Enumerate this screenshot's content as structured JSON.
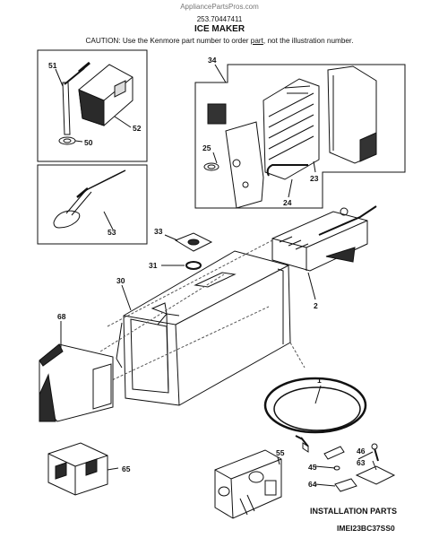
{
  "header": {
    "site": "AppliancePartsPros.com",
    "model": "253.70447411",
    "title": "ICE MAKER",
    "caution_pre": "CAUTION: Use the Kenmore part number to order ",
    "caution_link": "part",
    "caution_post": ", not the illustration number."
  },
  "callouts": {
    "c51": "51",
    "c52": "52",
    "c50": "50",
    "c53": "53",
    "c34": "34",
    "c25": "25",
    "c24": "24",
    "c23": "23",
    "c33": "33",
    "c31": "31",
    "c30": "30",
    "c2": "2",
    "c68": "68",
    "c1": "1",
    "c65": "65",
    "c55": "55",
    "c46": "46",
    "c45": "45",
    "c63": "63",
    "c64": "64"
  },
  "installation_label": "INSTALLATION PARTS",
  "diagram_code": "IMEI23BC37SS0",
  "colors": {
    "line": "#111111",
    "shade": "#2a2a2a",
    "light": "#e6e6e6"
  }
}
